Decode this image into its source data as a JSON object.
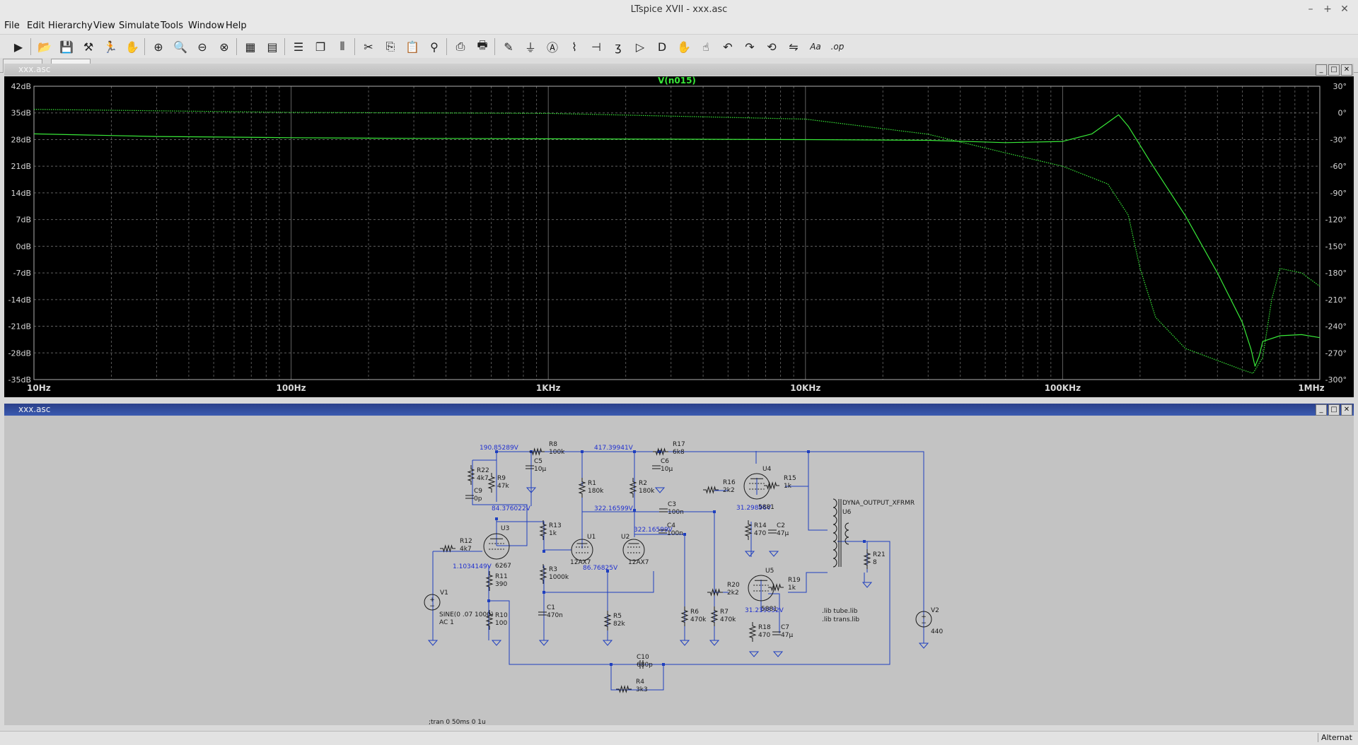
{
  "window": {
    "title": "LTspice XVII - xxx.asc",
    "controls": [
      "–",
      "+",
      "✕"
    ]
  },
  "menu": [
    "File",
    "Edit",
    "Hierarchy",
    "View",
    "Simulate",
    "Tools",
    "Window",
    "Help"
  ],
  "toolbar": [
    "run-icon",
    "open-icon",
    "save-icon",
    "control-panel-icon",
    "halt-icon",
    "pan-hand-icon",
    "zoom-in-icon",
    "zoom-area-icon",
    "zoom-out-icon",
    "zoom-fit-icon",
    "autorange-icon",
    "plot-settings-icon",
    "tile-horizontal-icon",
    "cascade-icon",
    "tile-vertical-icon",
    "cut-icon",
    "copy-icon",
    "paste-icon",
    "find-icon",
    "print-preview-icon",
    "print-icon",
    "draw-wire-icon",
    "ground-icon",
    "label-net-icon",
    "resistor-icon",
    "capacitor-icon",
    "inductor-icon",
    "diode-icon",
    "component-icon",
    "move-icon",
    "drag-icon",
    "undo-icon",
    "redo-icon",
    "rotate-icon",
    "mirror-icon",
    "text-icon",
    "spice-directive-icon"
  ],
  "toolbar_glyphs": {
    "spice-directive-icon": ".op",
    "text-icon": "Aa"
  },
  "tabs": [
    "xxx.asc",
    "xxx.asc"
  ],
  "plot_window": {
    "title": "xxx.asc"
  },
  "schematic_window": {
    "title": "xxx.asc"
  },
  "status": "Alternat",
  "colors": {
    "trace": "#38e838",
    "grid": "#7a7a7a",
    "axis_text": "#d8d8d8",
    "wire": "#1f3fbf",
    "schem_text": "#1a1a1a",
    "node_label": "#2030d0"
  },
  "chart_data": {
    "type": "line",
    "title": "V(n015)",
    "x_scale": "log",
    "xlim": [
      10,
      1000000
    ],
    "x_ticks": [
      10,
      100,
      1000,
      10000,
      100000,
      1000000
    ],
    "x_tick_labels": [
      "10Hz",
      "100Hz",
      "1KHz",
      "10KHz",
      "100KHz",
      "1MHz"
    ],
    "ylim_left": [
      -35,
      42
    ],
    "y_ticks_left": [
      42,
      35,
      28,
      21,
      14,
      7,
      0,
      -7,
      -14,
      -21,
      -28,
      -35
    ],
    "y_tick_labels_left": [
      "42dB",
      "35dB",
      "28dB",
      "21dB",
      "14dB",
      "7dB",
      "0dB",
      "-7dB",
      "-14dB",
      "-21dB",
      "-28dB",
      "-35dB"
    ],
    "ylim_right": [
      -300,
      30
    ],
    "y_tick_labels_right": [
      "30°",
      "0°",
      "-30°",
      "-60°",
      "-90°",
      "-120°",
      "-150°",
      "-180°",
      "-210°",
      "-240°",
      "-270°",
      "-300°"
    ],
    "grid": true,
    "series": [
      {
        "style": "solid",
        "axis": "left",
        "x": [
          10,
          30,
          100,
          300,
          1000,
          3000,
          10000,
          30000,
          60000,
          100000,
          130000,
          150000,
          165000,
          180000,
          220000,
          300000,
          400000,
          500000,
          540000,
          560000,
          580000,
          600000,
          700000,
          850000,
          1000000
        ],
        "y": [
          29.5,
          28.8,
          28.5,
          28.3,
          28.2,
          28.1,
          28.0,
          27.8,
          27.2,
          27.5,
          29.5,
          32.5,
          34.5,
          31.5,
          22.0,
          8.0,
          -7.0,
          -20.0,
          -27.0,
          -31.5,
          -29.0,
          -25.0,
          -23.5,
          -23.2,
          -24.0
        ]
      },
      {
        "style": "dotted",
        "axis": "right",
        "x": [
          10,
          100,
          1000,
          10000,
          30000,
          60000,
          100000,
          150000,
          180000,
          200000,
          230000,
          300000,
          500000,
          550000,
          600000,
          650000,
          700000,
          850000,
          1000000
        ],
        "y": [
          4,
          0.6,
          -0.5,
          -7,
          -24,
          -45,
          -60,
          -80,
          -115,
          -175,
          -230,
          -265,
          -289,
          -293,
          -275,
          -210,
          -175,
          -180,
          -195
        ]
      }
    ]
  },
  "schematic": {
    "node_voltages": [
      "190.85289V",
      "417.39941V",
      "84.376022V",
      "322.16599V",
      "322.16599V",
      "1.1034149V",
      "86.76825V",
      "31.29896V",
      "31.239832V"
    ],
    "components": [
      {
        "ref": "R8",
        "val": "100k"
      },
      {
        "ref": "R17",
        "val": "6k8"
      },
      {
        "ref": "C5",
        "val": "10µ"
      },
      {
        "ref": "C6",
        "val": "10µ"
      },
      {
        "ref": "R22",
        "val": "4k7"
      },
      {
        "ref": "R9",
        "val": "47k"
      },
      {
        "ref": "C9",
        "val": "0p"
      },
      {
        "ref": "R1",
        "val": "180k"
      },
      {
        "ref": "R2",
        "val": "180k"
      },
      {
        "ref": "C3",
        "val": "100n"
      },
      {
        "ref": "C4",
        "val": "100n"
      },
      {
        "ref": "R16",
        "val": "2k2"
      },
      {
        "ref": "R15",
        "val": "1k"
      },
      {
        "ref": "R13",
        "val": "1k"
      },
      {
        "ref": "R12",
        "val": "4k7"
      },
      {
        "ref": "R11",
        "val": "390"
      },
      {
        "ref": "R10",
        "val": "100"
      },
      {
        "ref": "R3",
        "val": "1000k"
      },
      {
        "ref": "C1",
        "val": "470n"
      },
      {
        "ref": "R5",
        "val": "82k"
      },
      {
        "ref": "R6",
        "val": "470k"
      },
      {
        "ref": "R7",
        "val": "470k"
      },
      {
        "ref": "R14",
        "val": "470"
      },
      {
        "ref": "C2",
        "val": "47µ"
      },
      {
        "ref": "R20",
        "val": "2k2"
      },
      {
        "ref": "R19",
        "val": "1k"
      },
      {
        "ref": "R18",
        "val": "470"
      },
      {
        "ref": "C7",
        "val": "47µ"
      },
      {
        "ref": "R21",
        "val": "8"
      },
      {
        "ref": "C10",
        "val": "680p"
      },
      {
        "ref": "R4",
        "val": "3k3"
      }
    ],
    "tubes": [
      {
        "ref": "U3",
        "model": "6267"
      },
      {
        "ref": "U1",
        "model": "12AX7"
      },
      {
        "ref": "U2",
        "model": "12AX7"
      },
      {
        "ref": "U4",
        "model": "5881"
      },
      {
        "ref": "U5",
        "model": "5881"
      }
    ],
    "transformer": {
      "model": "DYNA_OUTPUT_XFRMR",
      "ref": "U6"
    },
    "sources": [
      {
        "ref": "V1",
        "lines": [
          "SINE(0 .07 1000)",
          "AC 1"
        ]
      },
      {
        "ref": "V2",
        "value": "440"
      }
    ],
    "directives": [
      ".lib tube.lib",
      ".lib trans.lib"
    ],
    "tran": ";tran 0 50ms 0 1u"
  }
}
